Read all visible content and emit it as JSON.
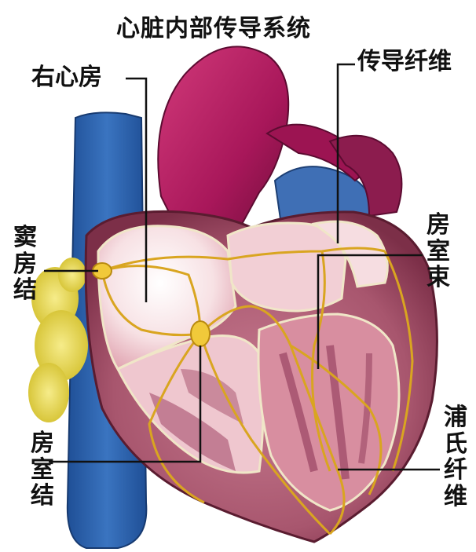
{
  "title": "心脏内部传导系统",
  "labels": {
    "right_atrium": "右心房",
    "conduction_fiber": "传导纤维",
    "sa_node": "窦房结",
    "av_bundle": "房室束",
    "av_node": "房室结",
    "purkinje_fiber": "浦氏纤维"
  },
  "colors": {
    "aorta": "#b01a5e",
    "vena_cava": "#2a5ea8",
    "myocardium": "#a8566e",
    "chamber_interior": "#f4d6d9",
    "conduction_path": "#d9a520",
    "fat": "#e8d84a",
    "leader_line": "#111111"
  }
}
